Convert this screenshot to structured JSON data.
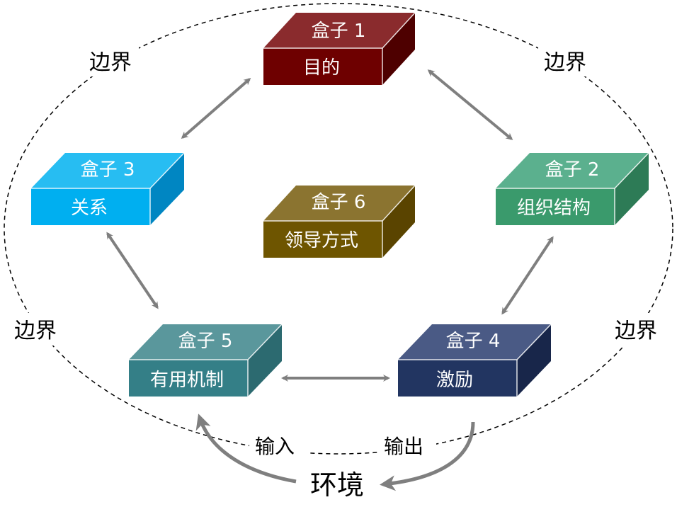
{
  "boxes": [
    {
      "title": "盒子 1",
      "name": "目的",
      "colors": {
        "top": "#8a2b2d",
        "front": "#6e0000",
        "side": "#4e0000"
      }
    },
    {
      "title": "盒子 2",
      "name": "组织结构",
      "colors": {
        "top": "#5bb08e",
        "front": "#3a9a6c",
        "side": "#2d7b56"
      }
    },
    {
      "title": "盒子 3",
      "name": "关系",
      "colors": {
        "top": "#27bdf2",
        "front": "#00aff0",
        "side": "#0086c2"
      }
    },
    {
      "title": "盒子 4",
      "name": "激励",
      "colors": {
        "top": "#4a5a85",
        "front": "#223561",
        "side": "#18264a"
      }
    },
    {
      "title": "盒子 5",
      "name": "有用机制",
      "colors": {
        "top": "#5a979c",
        "front": "#347f87",
        "side": "#2c6a70"
      }
    },
    {
      "title": "盒子 6",
      "name": "领导方式",
      "colors": {
        "top": "#8b7430",
        "front": "#6e5500",
        "side": "#5a4400"
      }
    }
  ],
  "boundary": {
    "labels": [
      "边界",
      "边界",
      "边界",
      "边界"
    ]
  },
  "environment": {
    "label": "环境",
    "input_label": "输入",
    "output_label": "输出"
  },
  "colors": {
    "arrow": "#7f7f7f",
    "boundary_line": "#000000"
  }
}
